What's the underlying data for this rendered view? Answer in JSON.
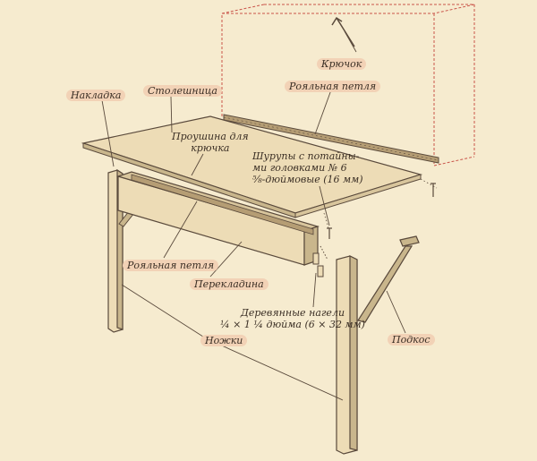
{
  "colors": {
    "background": "#f6ebcf",
    "label_highlight": "#f2d2b6",
    "wall_dashed": "#c9544a",
    "line": "#5a4a3c",
    "wood": "#eddcb6",
    "wood_dark": "#c9b68c"
  },
  "labels": {
    "hook": "Крючок",
    "piano_hinge_top": "Рояльная петля",
    "overlay": "Накладка",
    "tabletop": "Столешница",
    "hook_eye": "Проушина для\nкрючка",
    "screws": "Шурупы с потайны-\nми головками № 6\n⅝-дюймовые (16 мм)",
    "piano_hinge_bottom": "Рояльная петля",
    "crossbar": "Перекладина",
    "dowels": "Деревянные нагели\n¼ × 1 ¼ дюйма (6 × 32 мм)",
    "brace": "Подкос",
    "legs": "Ножки"
  }
}
